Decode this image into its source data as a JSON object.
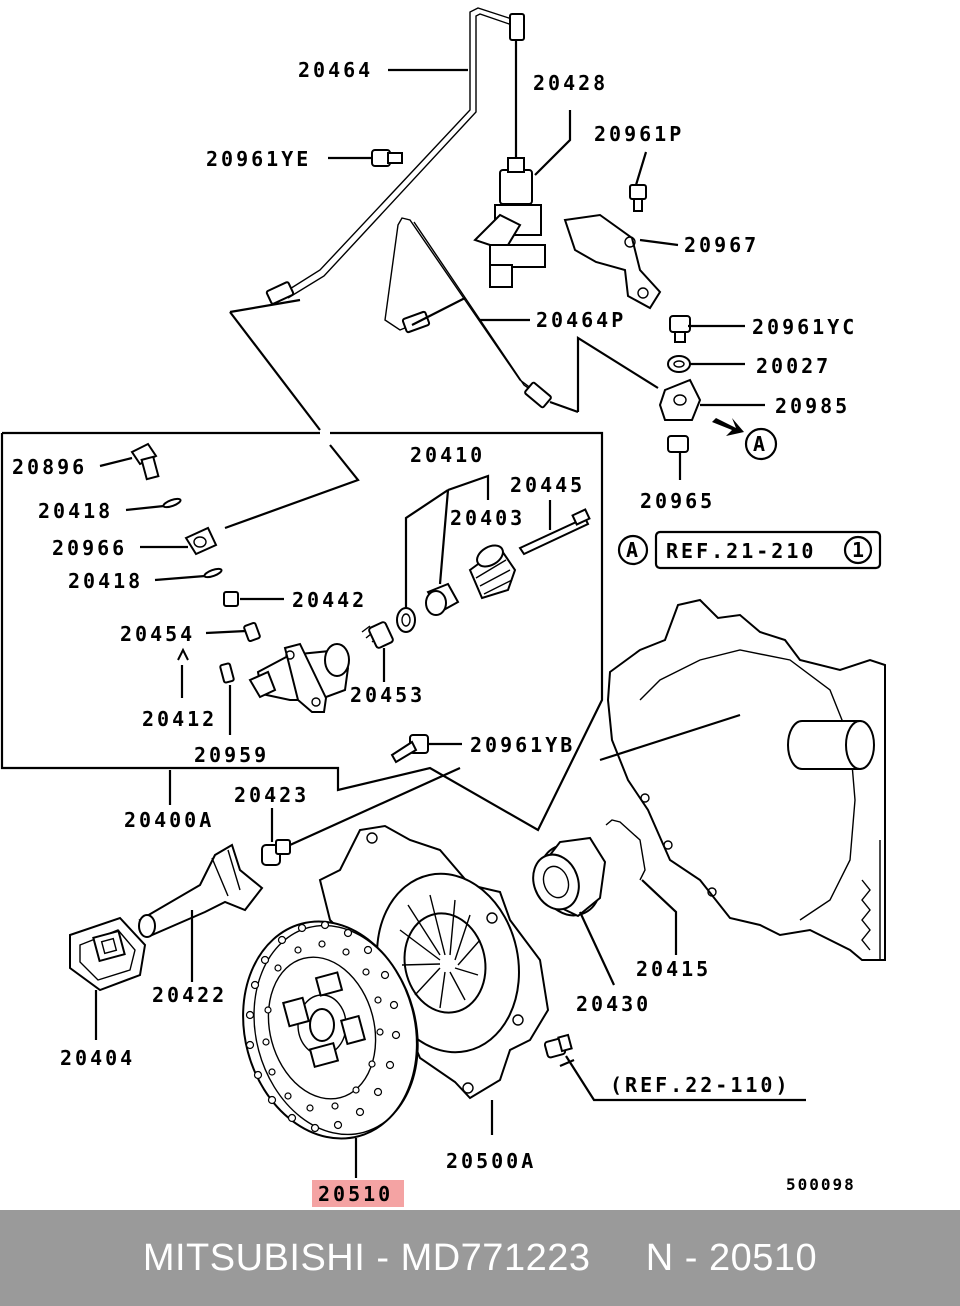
{
  "diagram": {
    "labels": {
      "p20464": "20464",
      "p20428": "20428",
      "p20961P": "20961P",
      "p20961YE": "20961YE",
      "p20967": "20967",
      "p20464P": "20464P",
      "p20961YC": "20961YC",
      "p20027": "20027",
      "p20985": "20985",
      "p20965": "20965",
      "p20896": "20896",
      "p20410": "20410",
      "p20445": "20445",
      "p20418a": "20418",
      "p20403": "20403",
      "p20966": "20966",
      "p20418b": "20418",
      "p20442": "20442",
      "p20454": "20454",
      "p20453": "20453",
      "p20412": "20412",
      "p20959": "20959",
      "p20961YB": "20961YB",
      "p20423": "20423",
      "p20400A": "20400A",
      "p20422": "20422",
      "p20415": "20415",
      "p20430": "20430",
      "p20404": "20404",
      "p20500A": "20500A",
      "p20510": "20510",
      "ref21": "REF.21-210",
      "ref21num": "1",
      "ref22": "(REF.22-110)",
      "markerA1": "A",
      "markerA2": "A",
      "code": "500098"
    },
    "highlight_color": "#f4a3a3"
  },
  "footer": {
    "text": "MITSUBISHI - MD771223     N - 20510",
    "background": "#9a9a9a"
  }
}
